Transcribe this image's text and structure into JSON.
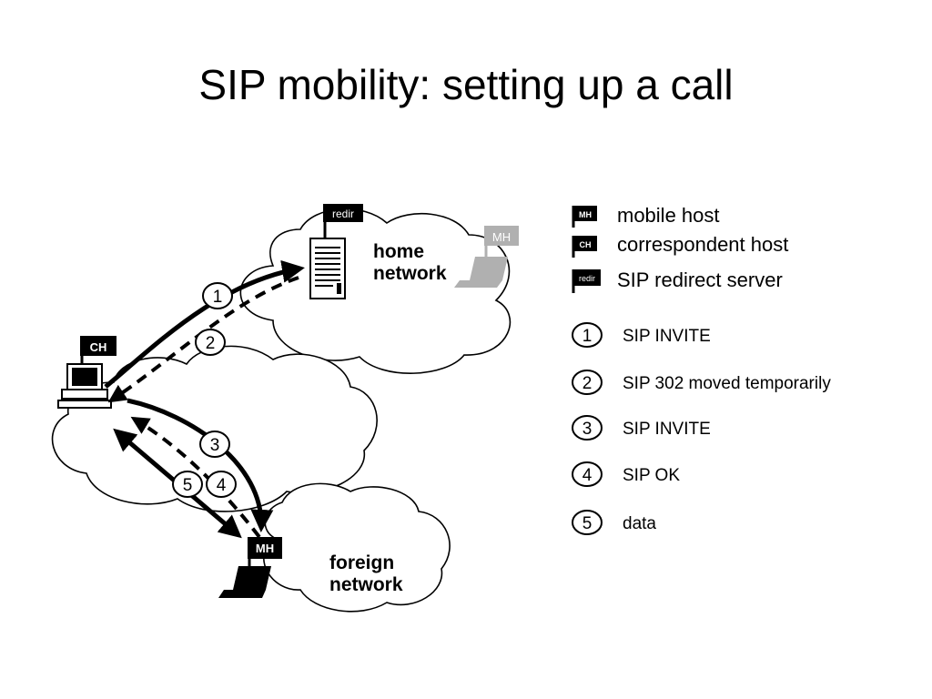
{
  "title": "SIP mobility: setting up a call",
  "diagram": {
    "home_network_line1": "home",
    "home_network_line2": "network",
    "foreign_network_line1": "foreign",
    "foreign_network_line2": "network",
    "redir_label": "redir",
    "ch_label": "CH",
    "mh_label": "MH",
    "steps": [
      "1",
      "2",
      "3",
      "4",
      "5"
    ]
  },
  "legend": {
    "hosts": [
      {
        "tag": "MH",
        "label": "mobile host"
      },
      {
        "tag": "CH",
        "label": "correspondent host"
      },
      {
        "tag": "redir",
        "label": "SIP redirect server"
      }
    ],
    "steps": [
      {
        "num": "1",
        "label": "SIP INVITE"
      },
      {
        "num": "2",
        "label": "SIP 302 moved temporarily"
      },
      {
        "num": "3",
        "label": "SIP INVITE"
      },
      {
        "num": "4",
        "label": "SIP OK"
      },
      {
        "num": "5",
        "label": "data"
      }
    ]
  },
  "colors": {
    "ink": "#000000",
    "ghost": "#b0b0b0",
    "paper": "#ffffff"
  }
}
